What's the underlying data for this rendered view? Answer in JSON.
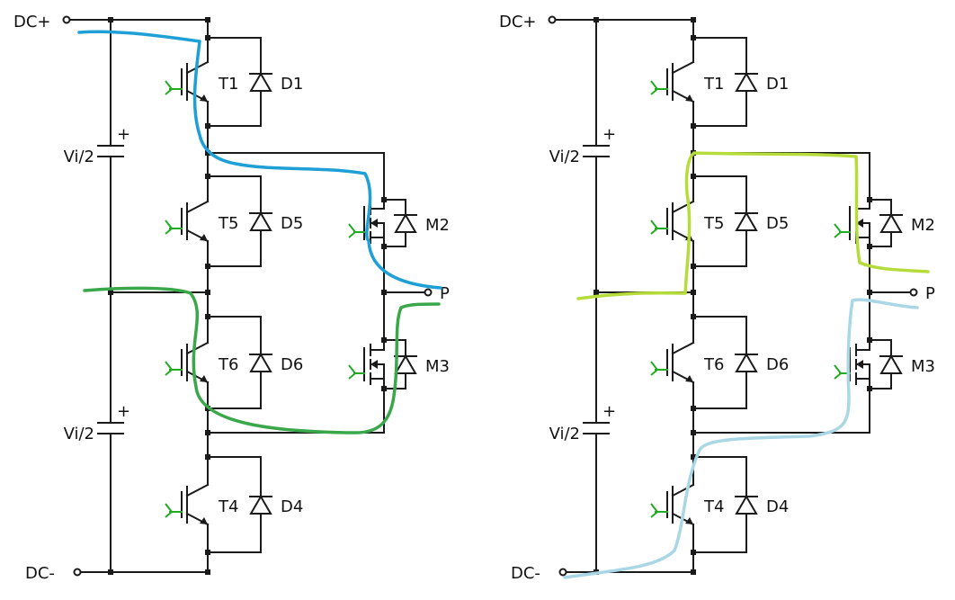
{
  "labels": {
    "dc_plus": "DC+",
    "dc_minus": "DC-",
    "vi_half": "Vi/2",
    "output": "P",
    "plus_sign": "+",
    "t1": "T1",
    "d1": "D1",
    "t5": "T5",
    "d5": "D5",
    "t6": "T6",
    "d6": "D6",
    "t4": "T4",
    "d4": "D4",
    "m2": "M2",
    "m3": "M3"
  },
  "colors": {
    "wire": "#1a1a1a",
    "gate": "#22aa22",
    "path_left_1": "#1e9fd6",
    "path_left_2": "#3aa84a",
    "path_right_1": "#b5dc3a",
    "path_right_2": "#a9d7e6"
  }
}
